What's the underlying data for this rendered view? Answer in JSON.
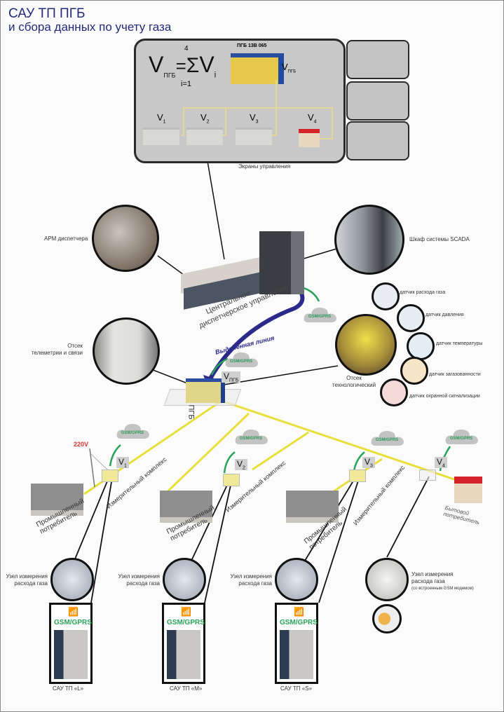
{
  "title": {
    "line1": "САУ ТП ПГБ",
    "line2": "и сбора данных по учету газа"
  },
  "control_panel": {
    "formula": {
      "lhs": "V",
      "lhs_sub": "ПГБ",
      "sum_top": "4",
      "sum_bottom": "i=1",
      "rhs": "V",
      "rhs_sub": "i"
    },
    "pgb_label": "ПГБ 13В 065",
    "pgb_volume": {
      "v": "V",
      "sub": "ПГБ"
    },
    "consumers": [
      {
        "v": "V",
        "sub": "1"
      },
      {
        "v": "V",
        "sub": "2"
      },
      {
        "v": "V",
        "sub": "3"
      },
      {
        "v": "V",
        "sub": "4"
      }
    ],
    "caption": "Экраны управления",
    "screens_count": 3
  },
  "dispatch": {
    "arm_label": "АРМ диспетчера",
    "scada_label": "Шкаф системы SCADA",
    "center_label_line1": "Центральное",
    "center_label_line2": "диспетчерское управление",
    "dedicated_line": "Выделенная линия"
  },
  "pgb_station": {
    "telemetry_label_line1": "Отсек",
    "telemetry_label_line2": "телеметрии и связи",
    "tech_label_line1": "Отсек",
    "tech_label_line2": "технологический",
    "volume": {
      "v": "V",
      "sub": "ПГБ"
    },
    "base_label": "ПГБ"
  },
  "sensors": [
    {
      "label": "датчик расхода газа"
    },
    {
      "label": "датчик давления"
    },
    {
      "label": "датчик температуры"
    },
    {
      "label": "датчик загазованности"
    },
    {
      "label": "датчик охранной сигнализации"
    }
  ],
  "cloud_label": "GSM/GPRS",
  "voltage_label": "220V",
  "consumers": [
    {
      "v": "V",
      "sub": "1",
      "type_label": "Промышленный потребитель",
      "complex_label": "Измерительный комплекс"
    },
    {
      "v": "V",
      "sub": "2",
      "type_label": "Промышленный потребитель",
      "complex_label": "Измерительный комплекс"
    },
    {
      "v": "V",
      "sub": "3",
      "type_label": "Промышленный потребитель",
      "complex_label": "Измерительный комплекс"
    },
    {
      "v": "V",
      "sub": "4",
      "type_label": "Бытовой потребитель"
    }
  ],
  "metering_nodes": [
    {
      "label_line1": "Узел измерения",
      "label_line2": "расхода газа",
      "cabinet_gsm": "GSM/GPRS",
      "cabinet_label": "САУ ТП «L»"
    },
    {
      "label_line1": "Узел измерения",
      "label_line2": "расхода газа",
      "cabinet_gsm": "GSM/GPRS",
      "cabinet_label": "САУ ТП «M»"
    },
    {
      "label_line1": "Узел измерения",
      "label_line2": "расхода газа",
      "cabinet_gsm": "GSM/GPRS",
      "cabinet_label": "САУ ТП «S»"
    },
    {
      "label_line1": "Узел измерения",
      "label_line2": "расхода газа",
      "label_line3": "(со встроенным GSM модемом)"
    }
  ],
  "colors": {
    "title": "#232a78",
    "gas_pipe": "#e8e03a",
    "gsm_green": "#2aa35a",
    "dedicated_line": "#2b2a8a",
    "panel_bg": "#c8c8c8"
  }
}
